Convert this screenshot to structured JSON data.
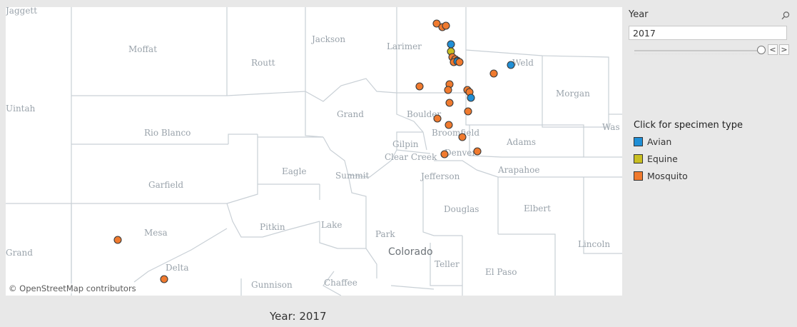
{
  "map": {
    "state_label": "Colorado",
    "attribution": "© OpenStreetMap contributors",
    "county_labels": [
      "Jaggett",
      "Moffat",
      "Routt",
      "Jackson",
      "Larimer",
      "Weld",
      "Morgan",
      "Uintah",
      "Rio Blanco",
      "Grand",
      "Boulder",
      "Broomfield",
      "Adams",
      "Was",
      "Gilpin",
      "Clear Creek",
      "Denver",
      "Eagle",
      "Summit",
      "Jefferson",
      "Arapahoe",
      "Garfield",
      "Douglas",
      "Elbert",
      "Pitkin",
      "Lake",
      "Park",
      "Mesa",
      "Lincoln",
      "Grand",
      "Delta",
      "Teller",
      "El Paso",
      "Gunnison",
      "Chaffee"
    ],
    "colors": {
      "avian": "#1f8fd6",
      "equine": "#c9bf22",
      "mosquito": "#f07a2e",
      "county_border": "#c9d0d6",
      "label": "#9aa3ab"
    },
    "specimens": [
      {
        "type": "mosquito",
        "place": "Larimer"
      },
      {
        "type": "mosquito",
        "place": "Larimer"
      },
      {
        "type": "mosquito",
        "place": "Larimer"
      },
      {
        "type": "avian",
        "place": "Larimer"
      },
      {
        "type": "equine",
        "place": "Larimer"
      },
      {
        "type": "mosquito",
        "place": "Larimer"
      },
      {
        "type": "mosquito",
        "place": "Larimer"
      },
      {
        "type": "mosquito",
        "place": "Larimer"
      },
      {
        "type": "mosquito",
        "place": "Larimer"
      },
      {
        "type": "avian",
        "place": "Larimer"
      },
      {
        "type": "mosquito",
        "place": "Larimer"
      },
      {
        "type": "avian",
        "place": "Weld"
      },
      {
        "type": "mosquito",
        "place": "Weld"
      },
      {
        "type": "mosquito",
        "place": "Boulder"
      },
      {
        "type": "mosquito",
        "place": "Boulder"
      },
      {
        "type": "mosquito",
        "place": "Boulder"
      },
      {
        "type": "mosquito",
        "place": "Weld"
      },
      {
        "type": "mosquito",
        "place": "Weld"
      },
      {
        "type": "avian",
        "place": "Weld"
      },
      {
        "type": "mosquito",
        "place": "Boulder"
      },
      {
        "type": "mosquito",
        "place": "Weld"
      },
      {
        "type": "mosquito",
        "place": "Boulder"
      },
      {
        "type": "mosquito",
        "place": "Broomfield"
      },
      {
        "type": "mosquito",
        "place": "Adams"
      },
      {
        "type": "mosquito",
        "place": "Jefferson"
      },
      {
        "type": "mosquito",
        "place": "Denver"
      },
      {
        "type": "mosquito",
        "place": "Mesa"
      },
      {
        "type": "mosquito",
        "place": "Delta"
      }
    ]
  },
  "filter": {
    "title": "Year",
    "value": "2017",
    "prev_label": "<",
    "next_label": ">",
    "search_icon": "search-icon"
  },
  "legend": {
    "title": "Click for specimen type",
    "items": [
      {
        "label": "Avian",
        "color": "#1f8fd6"
      },
      {
        "label": "Equine",
        "color": "#c9bf22"
      },
      {
        "label": "Mosquito",
        "color": "#f07a2e"
      }
    ]
  },
  "footer": {
    "caption": "Year: 2017"
  }
}
